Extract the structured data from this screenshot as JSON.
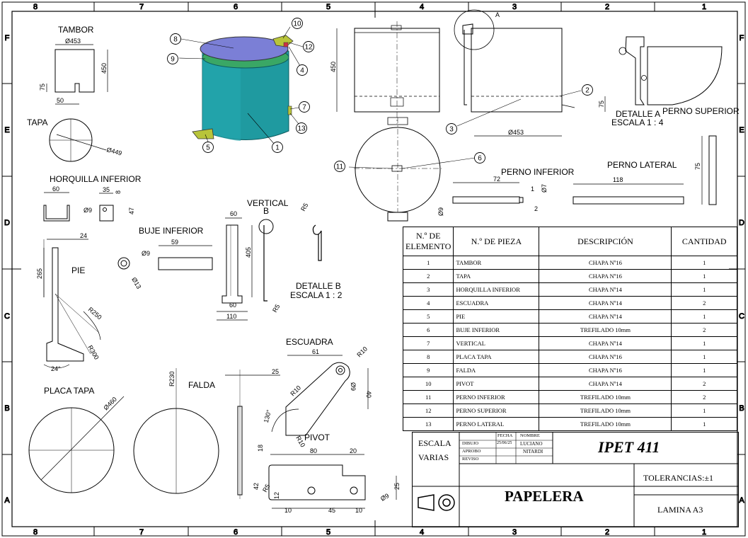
{
  "zones": {
    "columns": [
      "8",
      "7",
      "6",
      "5",
      "4",
      "3",
      "2",
      "1"
    ],
    "rows": [
      "F",
      "E",
      "D",
      "C",
      "B",
      "A"
    ]
  },
  "views": {
    "tambor": {
      "title": "TAMBOR",
      "dim_width": "Ø453",
      "dim_height": "450",
      "dim_slot_h": "75",
      "dim_slot_w": "50"
    },
    "tapa": {
      "title": "TAPA",
      "dim_dia": "Ø449"
    },
    "horquilla": {
      "title": "HORQUILLA INFERIOR",
      "dim_60": "60",
      "dim_35": "35",
      "dim_8": "8",
      "dim_9": "Ø9",
      "dim_47": "47"
    },
    "buje": {
      "title": "BUJE INFERIOR",
      "dim_len": "59",
      "dim_9": "Ø9",
      "dim_13": "Ø13"
    },
    "pie": {
      "title": "PIE",
      "dim_24": "24",
      "dim_265": "265",
      "dim_r250": "R250",
      "dim_r300": "R300",
      "dim_angle": "24°"
    },
    "vertical": {
      "title": "VERTICAL",
      "dim_60": "60",
      "dim_405": "405",
      "dim_60b": "60",
      "dim_110": "110",
      "dim_r5": "R5"
    },
    "detalle_b": {
      "label_b": "B",
      "dim_r5": "R5",
      "title": "DETALLE B",
      "scale": "ESCALA 1 : 2"
    },
    "escuadra": {
      "title": "ESCUADRA",
      "dim_61": "61",
      "dim_r10": "R10",
      "dim_r10b": "R10",
      "dim_r10c": "R10",
      "dim_40": "40",
      "dim_9": "Ø9",
      "dim_130": "130°"
    },
    "placa_tapa": {
      "title": "PLACA TAPA",
      "dim_dia": "Ø460"
    },
    "falda": {
      "title": "FALDA",
      "dim_r": "R230",
      "dim_25": "25"
    },
    "pivot": {
      "title": "PIVOT",
      "dim_80": "80",
      "dim_20": "20",
      "dim_18": "18",
      "dim_42": "42",
      "dim_r5": "R5",
      "dim_12": "12",
      "dim_10": "10",
      "dim_45": "45",
      "dim_10b": "10",
      "dim_9": "Ø9",
      "dim_25": "25"
    },
    "assembly": {
      "balloons": [
        "10",
        "8",
        "12",
        "9",
        "4",
        "7",
        "13",
        "5",
        "1"
      ]
    },
    "front": {
      "dim_450": "450"
    },
    "side": {
      "label_a": "A",
      "dim_75": "75",
      "dim_453": "Ø453",
      "balloons": [
        "2",
        "3"
      ]
    },
    "top": {
      "balloons": [
        "11",
        "6"
      ]
    },
    "detalle_a": {
      "title": "DETALLE A",
      "scale": "ESCALA 1 : 4",
      "perno_superior": "PERNO SUPERIOR"
    },
    "perno_inferior": {
      "title": "PERNO INFERIOR",
      "dim_72": "72",
      "dim_1": "1",
      "dim_7": "Ø7",
      "dim_9": "Ø9",
      "dim_2": "2"
    },
    "perno_lateral": {
      "title": "PERNO LATERAL",
      "dim_118": "118",
      "dim_75": "75"
    }
  },
  "bom": {
    "headers": [
      "N.º DE ELEMENTO",
      "N.º DE PIEZA",
      "DESCRIPCIÓN",
      "CANTIDAD"
    ],
    "rows": [
      [
        "1",
        "TAMBOR",
        "CHAPA Nº16",
        "1"
      ],
      [
        "2",
        "TAPA",
        "CHAPA Nº16",
        "1"
      ],
      [
        "3",
        "HORQUILLA INFERIOR",
        "CHAPA Nº14",
        "1"
      ],
      [
        "4",
        "ESCUADRA",
        "CHAPA Nº14",
        "2"
      ],
      [
        "5",
        "PIE",
        "CHAPA Nº14",
        "1"
      ],
      [
        "6",
        "BUJE INFERIOR",
        "TREFILADO 10mm",
        "2"
      ],
      [
        "7",
        "VERTICAL",
        "CHAPA Nº14",
        "1"
      ],
      [
        "8",
        "PLACA TAPA",
        "CHAPA Nº16",
        "1"
      ],
      [
        "9",
        "FALDA",
        "CHAPA Nº16",
        "1"
      ],
      [
        "10",
        "PIVOT",
        "CHAPA Nº14",
        "2"
      ],
      [
        "11",
        "PERNO INFERIOR",
        "TREFILADO 10mm",
        "2"
      ],
      [
        "12",
        "PERNO SUPERIOR",
        "TREFILADO 10mm",
        "1"
      ],
      [
        "13",
        "PERNO LATERAL",
        "TREFILADO 10mm",
        "1"
      ]
    ]
  },
  "title_block": {
    "escala_label": "ESCALA",
    "escala_value": "VARIAS",
    "fecha_label": "FECHA",
    "nombre_label": "NOMBRE",
    "dibujo_label": "DIBUJO",
    "dibujo_fecha": "25/06/25",
    "dibujo_nombre": "LUCIANO",
    "aprobo_label": "APROBO",
    "aprobo_nombre": "NITARDI",
    "reviso_label": "REVISO",
    "school": "IPET 411",
    "part_name": "PAPELERA",
    "tolerancias": "TOLERANCIAS:±1",
    "lamina": "LAMINA A3"
  },
  "colors": {
    "drum": "#1f9aa0",
    "drum_dark": "#157b80",
    "lid": "#7b7fd6",
    "rim": "#3aa765",
    "bracket": "#b8c43a"
  }
}
